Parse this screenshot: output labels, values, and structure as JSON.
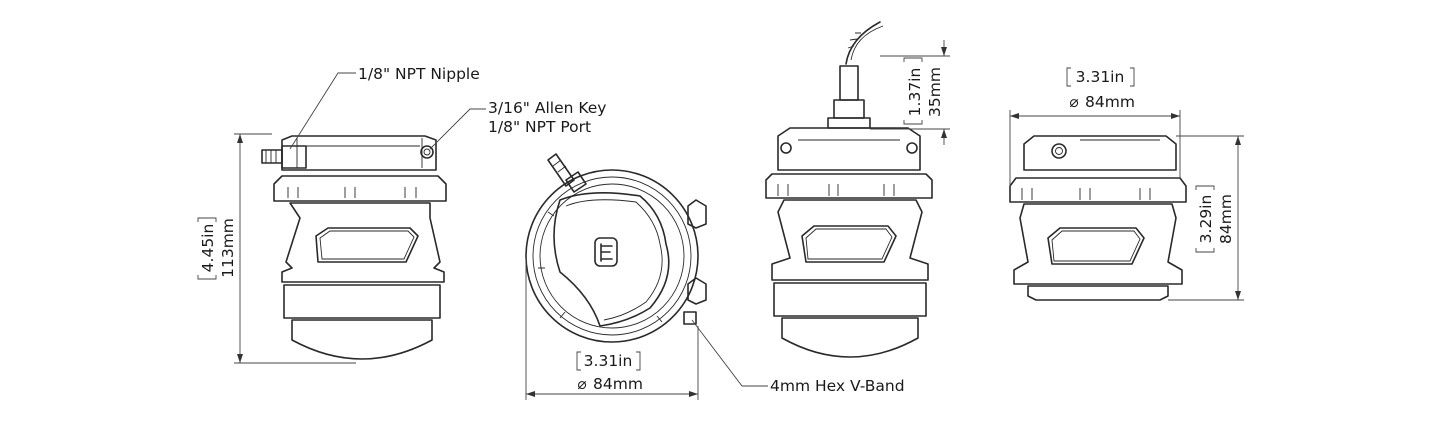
{
  "callouts": {
    "npt_nipple": "1/8\" NPT Nipple",
    "allen_key": "3/16\" Allen Key",
    "npt_port": "1/8\" NPT Port",
    "hex_vband": "4mm Hex V-Band"
  },
  "dimensions": {
    "side_height_in": "4.45in",
    "side_height_mm": "113mm",
    "top_width_in": "3.31in",
    "top_width_mm": "84mm",
    "cable_height_in": "1.37in",
    "cable_height_mm": "35mm",
    "right_width_in": "3.31in",
    "right_width_mm": "84mm",
    "right_height_in": "3.29in",
    "right_height_mm": "84mm"
  },
  "symbols": {
    "diameter": "⌀"
  }
}
